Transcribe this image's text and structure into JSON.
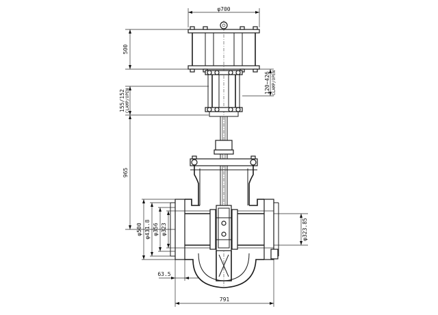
{
  "drawing": {
    "dimensions": {
      "actuator_diameter": "φ700",
      "actuator_height": "500",
      "bracket_height": "120~426",
      "bracket_height_note": "CLAMP/OPEN",
      "stroke_height": "155/152",
      "stroke_height_note": "CLAMP/OPEN",
      "stem_height": "965",
      "outer_flange_diameter": "φ500",
      "bolt_circle_diameter": "φ431.8",
      "raised_face_diameter": "φ356",
      "bore_diameter": "φ323",
      "pipe_diameter": "φ323.85",
      "flange_thickness": "63.5",
      "face_to_face": "791"
    }
  }
}
